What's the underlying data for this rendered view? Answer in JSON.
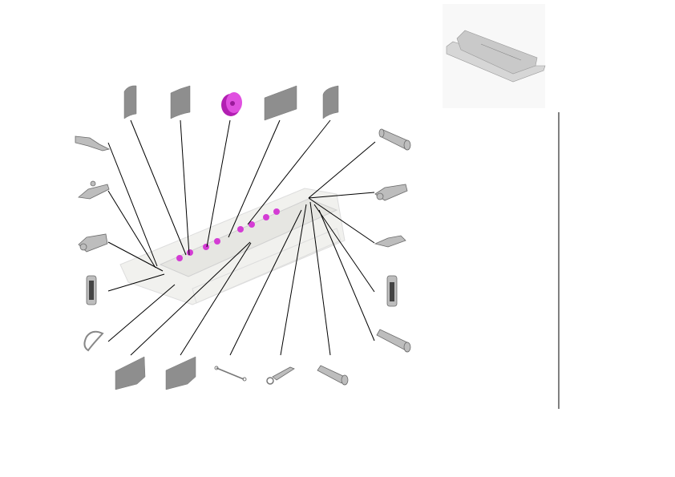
{
  "diagram": {
    "type": "exploded-parts-view",
    "colors": {
      "highlight_part": "#d43cd4",
      "plate": "#8e8e8e",
      "metal_part": "#bdbdbd",
      "assembly": "#f1f1ee",
      "leader_line": "#000000"
    },
    "parts": [
      "top-plate-1",
      "top-plate-2",
      "roller-wheel",
      "top-plate-4",
      "top-plate-5",
      "left-clip",
      "left-hinge-bracket",
      "left-hinge-bracket-2",
      "left-link",
      "ring",
      "bottom-plate-1",
      "bottom-plate-2",
      "rod",
      "ring-terminal",
      "pin",
      "right-cylinder-1",
      "right-hinge-bracket",
      "right-hinge-bracket-2",
      "right-link",
      "right-cylinder-2"
    ],
    "thumbnail": "assembled-unit-thumbnail"
  }
}
